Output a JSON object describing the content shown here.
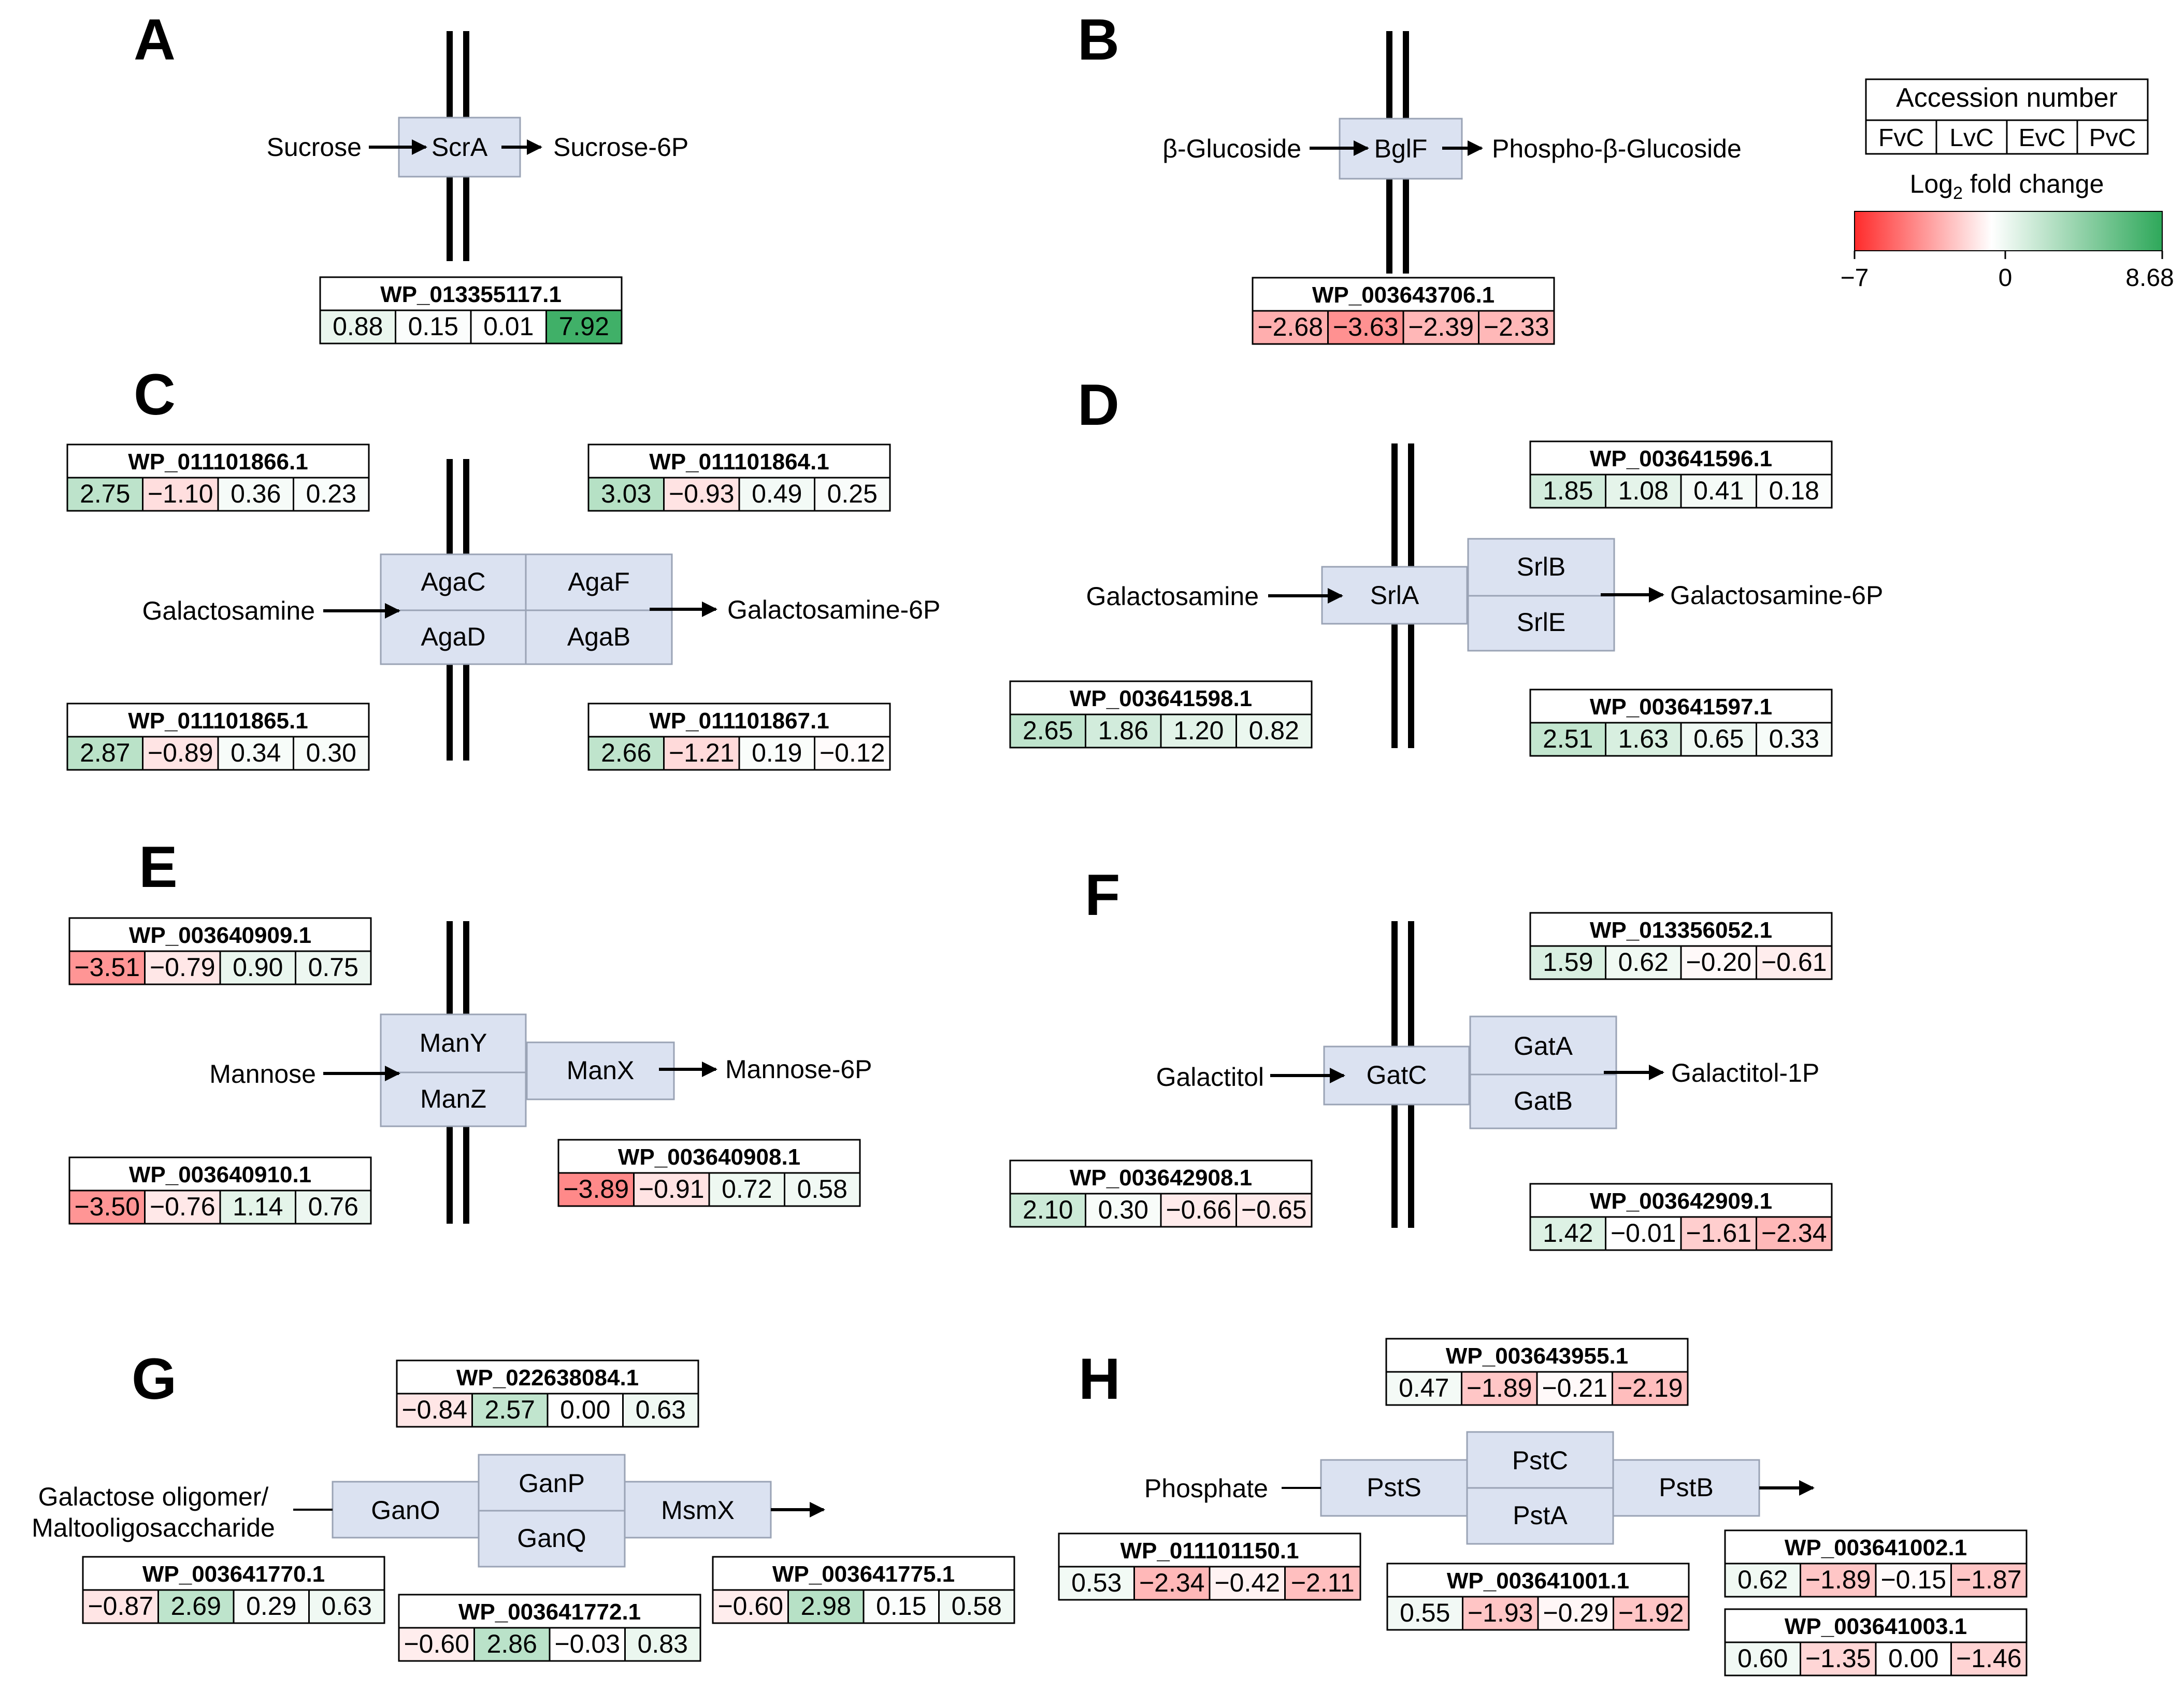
{
  "colors": {
    "scale_low": "#ff2b2b",
    "scale_mid": "#ffffff",
    "scale_high": "#2ea85a",
    "protein_box": "#dbe2f1",
    "protein_border": "#9aa3b5"
  },
  "legend": {
    "accession_header": "Accession number",
    "columns": [
      "FvC",
      "LvC",
      "EvC",
      "PvC"
    ],
    "scale_title_prefix": "Log",
    "scale_title_sub": "2",
    "scale_title_suffix": " fold change",
    "scale_min": -7,
    "scale_max": 8.68,
    "scale_min_label": "−7",
    "scale_mid_label": "0",
    "scale_max_label": "8.68"
  },
  "panels": [
    {
      "id": "A",
      "label": "A",
      "substrate": "Sucrose",
      "product": "Sucrose-6P",
      "proteins": [
        "ScrA"
      ],
      "tables": [
        {
          "acc": "WP_013355117.1",
          "values": [
            "0.88",
            "0.15",
            "0.01",
            "7.92"
          ]
        }
      ]
    },
    {
      "id": "B",
      "label": "B",
      "substrate": "β-Glucoside",
      "product": "Phospho-β-Glucoside",
      "proteins": [
        "BglF"
      ],
      "tables": [
        {
          "acc": "WP_003643706.1",
          "values": [
            "−2.68",
            "−3.63",
            "−2.39",
            "−2.33"
          ]
        }
      ]
    },
    {
      "id": "C",
      "label": "C",
      "substrate": "Galactosamine",
      "product": "Galactosamine-6P",
      "proteins": [
        "AgaC",
        "AgaF",
        "AgaD",
        "AgaB"
      ],
      "tables": [
        {
          "acc": "WP_011101866.1",
          "values": [
            "2.75",
            "−1.10",
            "0.36",
            "0.23"
          ]
        },
        {
          "acc": "WP_011101864.1",
          "values": [
            "3.03",
            "−0.93",
            "0.49",
            "0.25"
          ]
        },
        {
          "acc": "WP_011101865.1",
          "values": [
            "2.87",
            "−0.89",
            "0.34",
            "0.30"
          ]
        },
        {
          "acc": "WP_011101867.1",
          "values": [
            "2.66",
            "−1.21",
            "0.19",
            "−0.12"
          ]
        }
      ]
    },
    {
      "id": "D",
      "label": "D",
      "substrate": "Galactosamine",
      "product": "Galactosamine-6P",
      "proteins": [
        "SrlA",
        "SrlB",
        "SrlE"
      ],
      "tables": [
        {
          "acc": "WP_003641596.1",
          "values": [
            "1.85",
            "1.08",
            "0.41",
            "0.18"
          ]
        },
        {
          "acc": "WP_003641598.1",
          "values": [
            "2.65",
            "1.86",
            "1.20",
            "0.82"
          ]
        },
        {
          "acc": "WP_003641597.1",
          "values": [
            "2.51",
            "1.63",
            "0.65",
            "0.33"
          ]
        }
      ]
    },
    {
      "id": "E",
      "label": "E",
      "substrate": "Mannose",
      "product": "Mannose-6P",
      "proteins": [
        "ManY",
        "ManZ",
        "ManX"
      ],
      "tables": [
        {
          "acc": "WP_003640909.1",
          "values": [
            "−3.51",
            "−0.79",
            "0.90",
            "0.75"
          ]
        },
        {
          "acc": "WP_003640910.1",
          "values": [
            "−3.50",
            "−0.76",
            "1.14",
            "0.76"
          ]
        },
        {
          "acc": "WP_003640908.1",
          "values": [
            "−3.89",
            "−0.91",
            "0.72",
            "0.58"
          ]
        }
      ]
    },
    {
      "id": "F",
      "label": "F",
      "substrate": "Galactitol",
      "product": "Galactitol-1P",
      "proteins": [
        "GatC",
        "GatA",
        "GatB"
      ],
      "tables": [
        {
          "acc": "WP_013356052.1",
          "values": [
            "1.59",
            "0.62",
            "−0.20",
            "−0.61"
          ]
        },
        {
          "acc": "WP_003642908.1",
          "values": [
            "2.10",
            "0.30",
            "−0.66",
            "−0.65"
          ]
        },
        {
          "acc": "WP_003642909.1",
          "values": [
            "1.42",
            "−0.01",
            "−1.61",
            "−2.34"
          ]
        }
      ]
    },
    {
      "id": "G",
      "label": "G",
      "substrate_line1": "Galactose oligomer/",
      "substrate_line2": "Maltooligosaccharide",
      "proteins": [
        "GanO",
        "GanP",
        "GanQ",
        "MsmX"
      ],
      "tables": [
        {
          "acc": "WP_022638084.1",
          "values": [
            "−0.84",
            "2.57",
            "0.00",
            "0.63"
          ]
        },
        {
          "acc": "WP_003641770.1",
          "values": [
            "−0.87",
            "2.69",
            "0.29",
            "0.63"
          ]
        },
        {
          "acc": "WP_003641772.1",
          "values": [
            "−0.60",
            "2.86",
            "−0.03",
            "0.83"
          ]
        },
        {
          "acc": "WP_003641775.1",
          "values": [
            "−0.60",
            "2.98",
            "0.15",
            "0.58"
          ]
        }
      ]
    },
    {
      "id": "H",
      "label": "H",
      "substrate": "Phosphate",
      "proteins": [
        "PstS",
        "PstC",
        "PstA",
        "PstB"
      ],
      "tables": [
        {
          "acc": "WP_003643955.1",
          "values": [
            "0.47",
            "−1.89",
            "−0.21",
            "−2.19"
          ]
        },
        {
          "acc": "WP_011101150.1",
          "values": [
            "0.53",
            "−2.34",
            "−0.42",
            "−2.11"
          ]
        },
        {
          "acc": "WP_003641001.1",
          "values": [
            "0.55",
            "−1.93",
            "−0.29",
            "−1.92"
          ]
        },
        {
          "acc": "WP_003641002.1",
          "values": [
            "0.62",
            "−1.89",
            "−0.15",
            "−1.87"
          ]
        },
        {
          "acc": "WP_003641003.1",
          "values": [
            "0.60",
            "−1.35",
            "0.00",
            "−1.46"
          ]
        }
      ]
    }
  ]
}
